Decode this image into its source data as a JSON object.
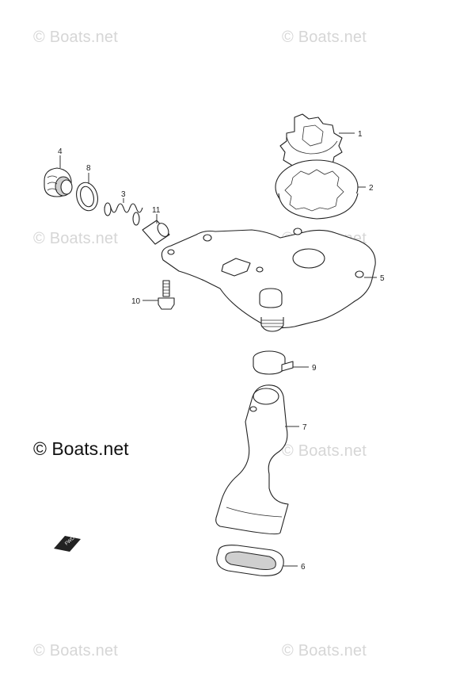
{
  "watermark": "© Boats.net",
  "copyright": "© Boats.net",
  "fwd_mark": "FWD",
  "parts": [
    {
      "id": "1",
      "label": "1"
    },
    {
      "id": "2",
      "label": "2"
    },
    {
      "id": "3",
      "label": "3"
    },
    {
      "id": "4",
      "label": "4"
    },
    {
      "id": "5",
      "label": "5"
    },
    {
      "id": "6",
      "label": "6"
    },
    {
      "id": "7",
      "label": "7"
    },
    {
      "id": "8",
      "label": "8"
    },
    {
      "id": "9",
      "label": "9"
    },
    {
      "id": "10",
      "label": "10"
    },
    {
      "id": "11",
      "label": "11"
    }
  ]
}
